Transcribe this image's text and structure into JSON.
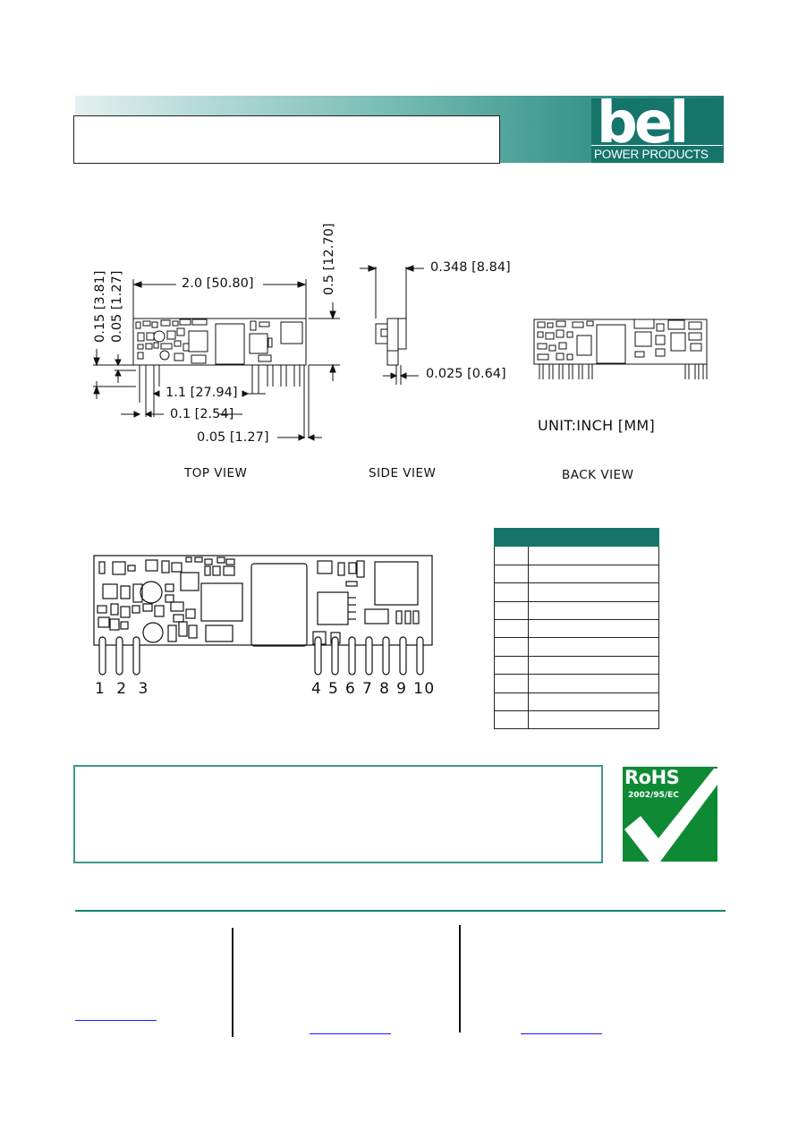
{
  "brand": {
    "logo_text": "bel",
    "logo_subtitle": "POWER PRODUCTS",
    "accent_color": "#16756b"
  },
  "dimensions": {
    "height_total": "0.5 [12.70]",
    "pin_offset_a": "0.15 [3.81]",
    "pin_offset_b": "0.05 [1.27]",
    "length": "2.0 [50.80]",
    "thickness": "0.348 [8.84]",
    "pin_thickness": "0.025 [0.64]",
    "pin_span": "1.1 [27.94]",
    "pin_pitch": "0.1 [2.54]",
    "pin_edge": "0.05 [1.27]"
  },
  "unit_label": "UNIT:INCH  [MM]",
  "views": {
    "top": "TOP  VIEW",
    "side": "SIDE  VIEW",
    "back": "BACK  VIEW"
  },
  "pin_labels": {
    "left_group": "1 2 3",
    "right_group": "4 5 6 7 8 9 10"
  },
  "pin_table": {
    "rows": 10
  },
  "rohs": {
    "title": "RoHS",
    "directive": "2002/95/EC",
    "badge_color": "#0e8a35"
  }
}
